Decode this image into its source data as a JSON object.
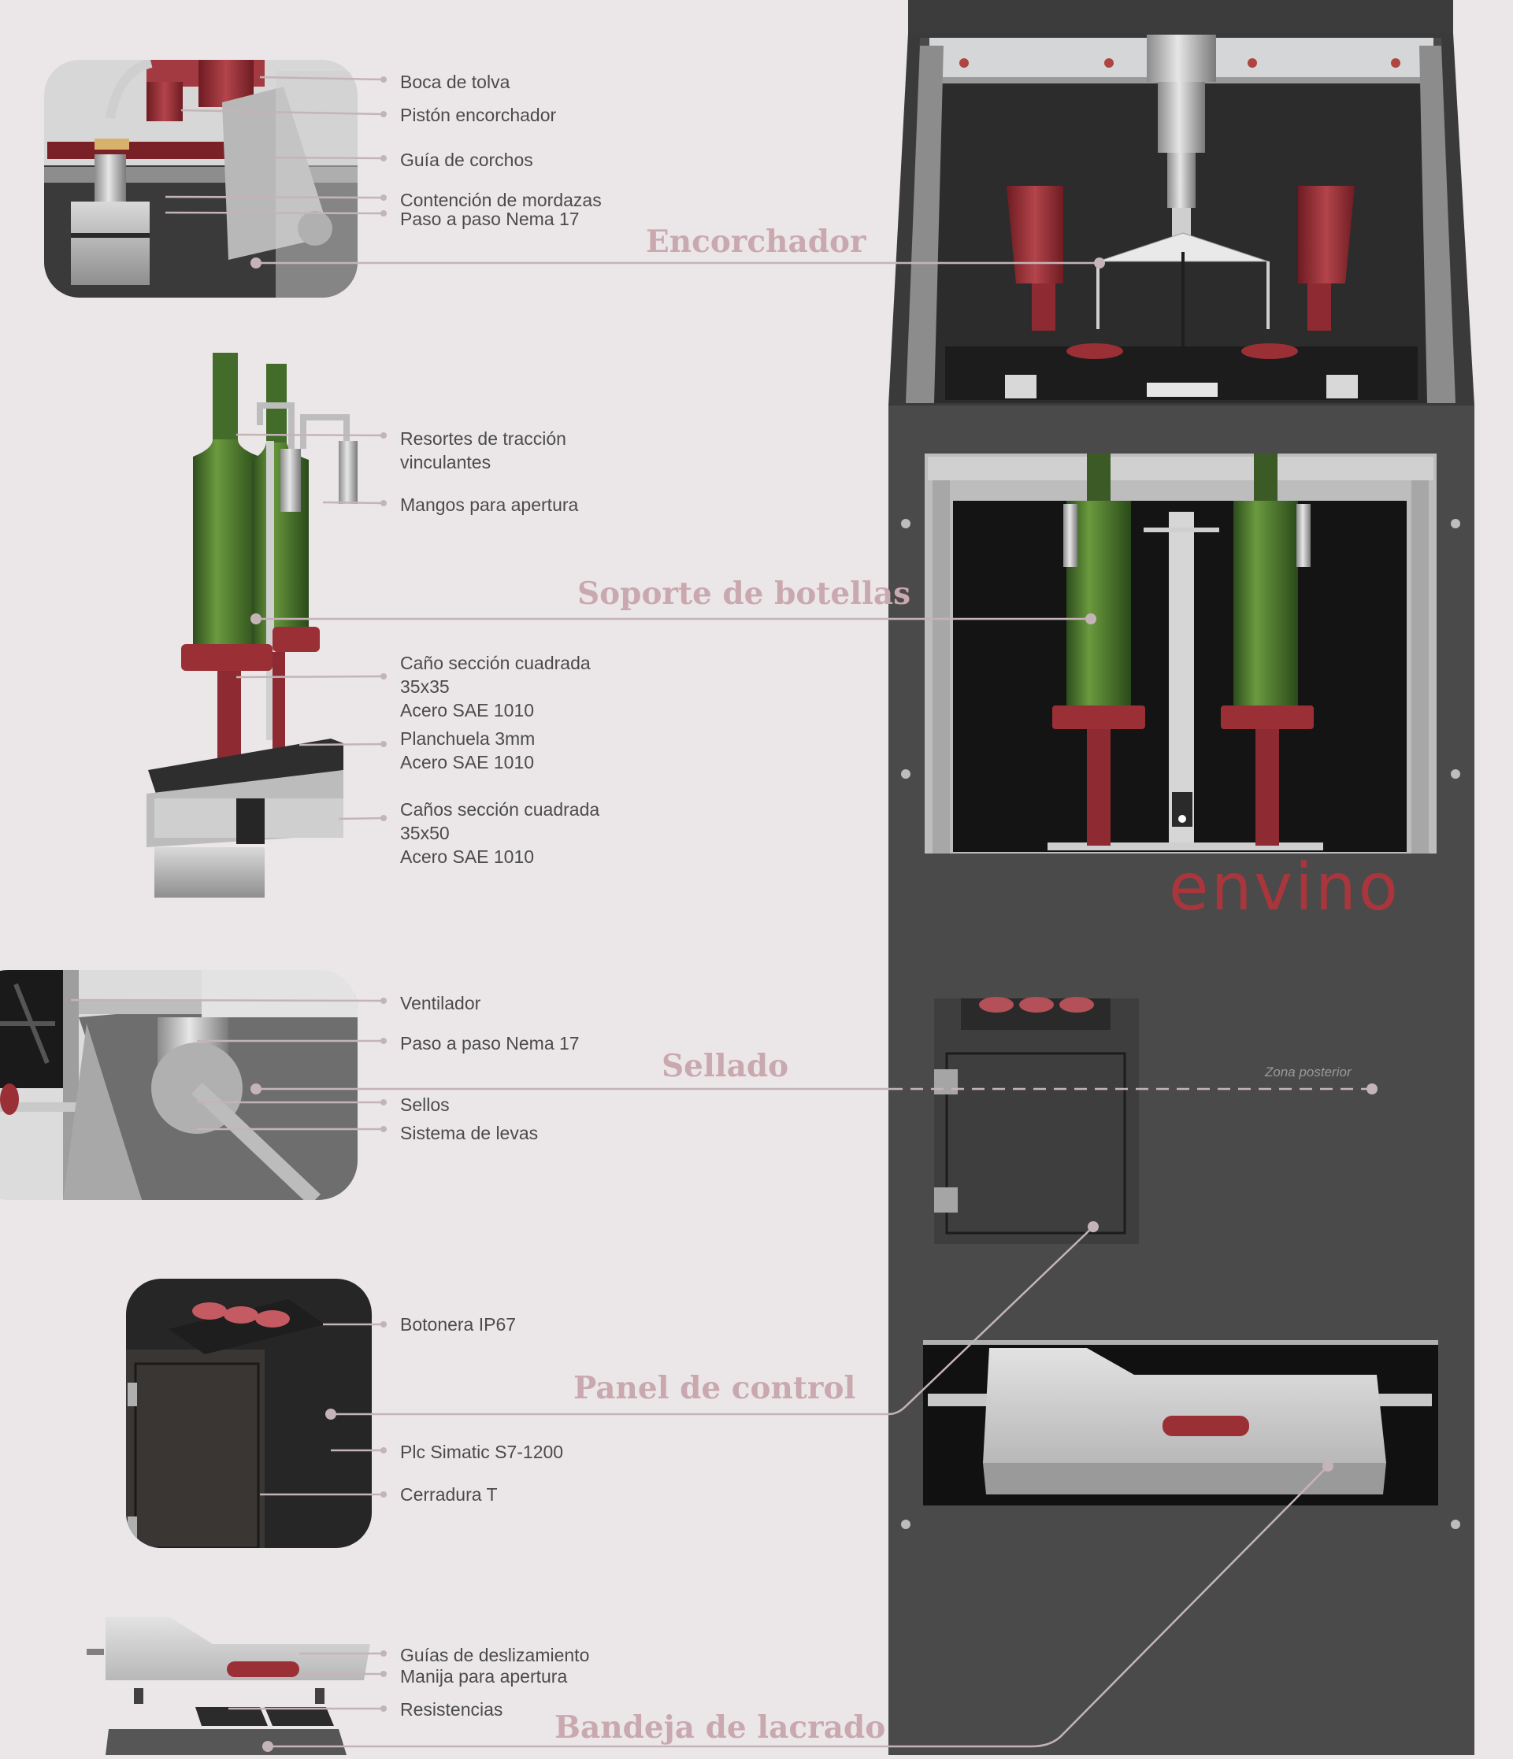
{
  "sections": [
    {
      "title": "Encorchador",
      "labels": [
        "Boca de tolva",
        "Pistón encorchador",
        "Guía de corchos",
        "Contención de mordazas",
        "Paso a paso Nema 17"
      ]
    },
    {
      "title": "Soporte de botellas",
      "labels": [
        "Resortes  de  tracción\nvinculantes",
        "Mangos para apertura",
        "Caño  sección  cuadrada\n35x35\nAcero SAE 1010",
        "Planchuela 3mm\nAcero SAE 1010",
        "Caños  sección  cuadrada\n35x50\nAcero SAE 1010"
      ]
    },
    {
      "title": "Sellado",
      "labels": [
        "Ventilador",
        "Paso a paso Nema 17",
        "Sellos",
        "Sistema de levas"
      ]
    },
    {
      "title": "Panel de control",
      "labels": [
        "Botonera IP67",
        "Plc Simatic S7-1200",
        "Cerradura T"
      ]
    },
    {
      "title": "Bandeja de lacrado",
      "labels": [
        "Guías de deslizamiento",
        "Manija para apertura",
        "Resistencias"
      ]
    }
  ],
  "zone_note": "Zona posterior",
  "brand": "envino",
  "colors": {
    "background": "#ebe7e8",
    "machine": "#4a4a4a",
    "accent_red": "#9b2f36",
    "callout_line": "#c4b4b8",
    "title": "#c9a9af"
  }
}
